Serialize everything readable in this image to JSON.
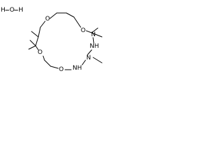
{
  "molecule": {
    "water": {
      "left_h": "H",
      "oxygen": "O",
      "right_h": "H"
    },
    "atoms": {
      "o_top_left": "O",
      "o_top_right": "O",
      "n_dimethyl": "N",
      "nh_upper": "NH",
      "n_methyl": "N",
      "nh_lower": "NH",
      "o_bottom": "O",
      "o_mid_left": "O"
    }
  }
}
